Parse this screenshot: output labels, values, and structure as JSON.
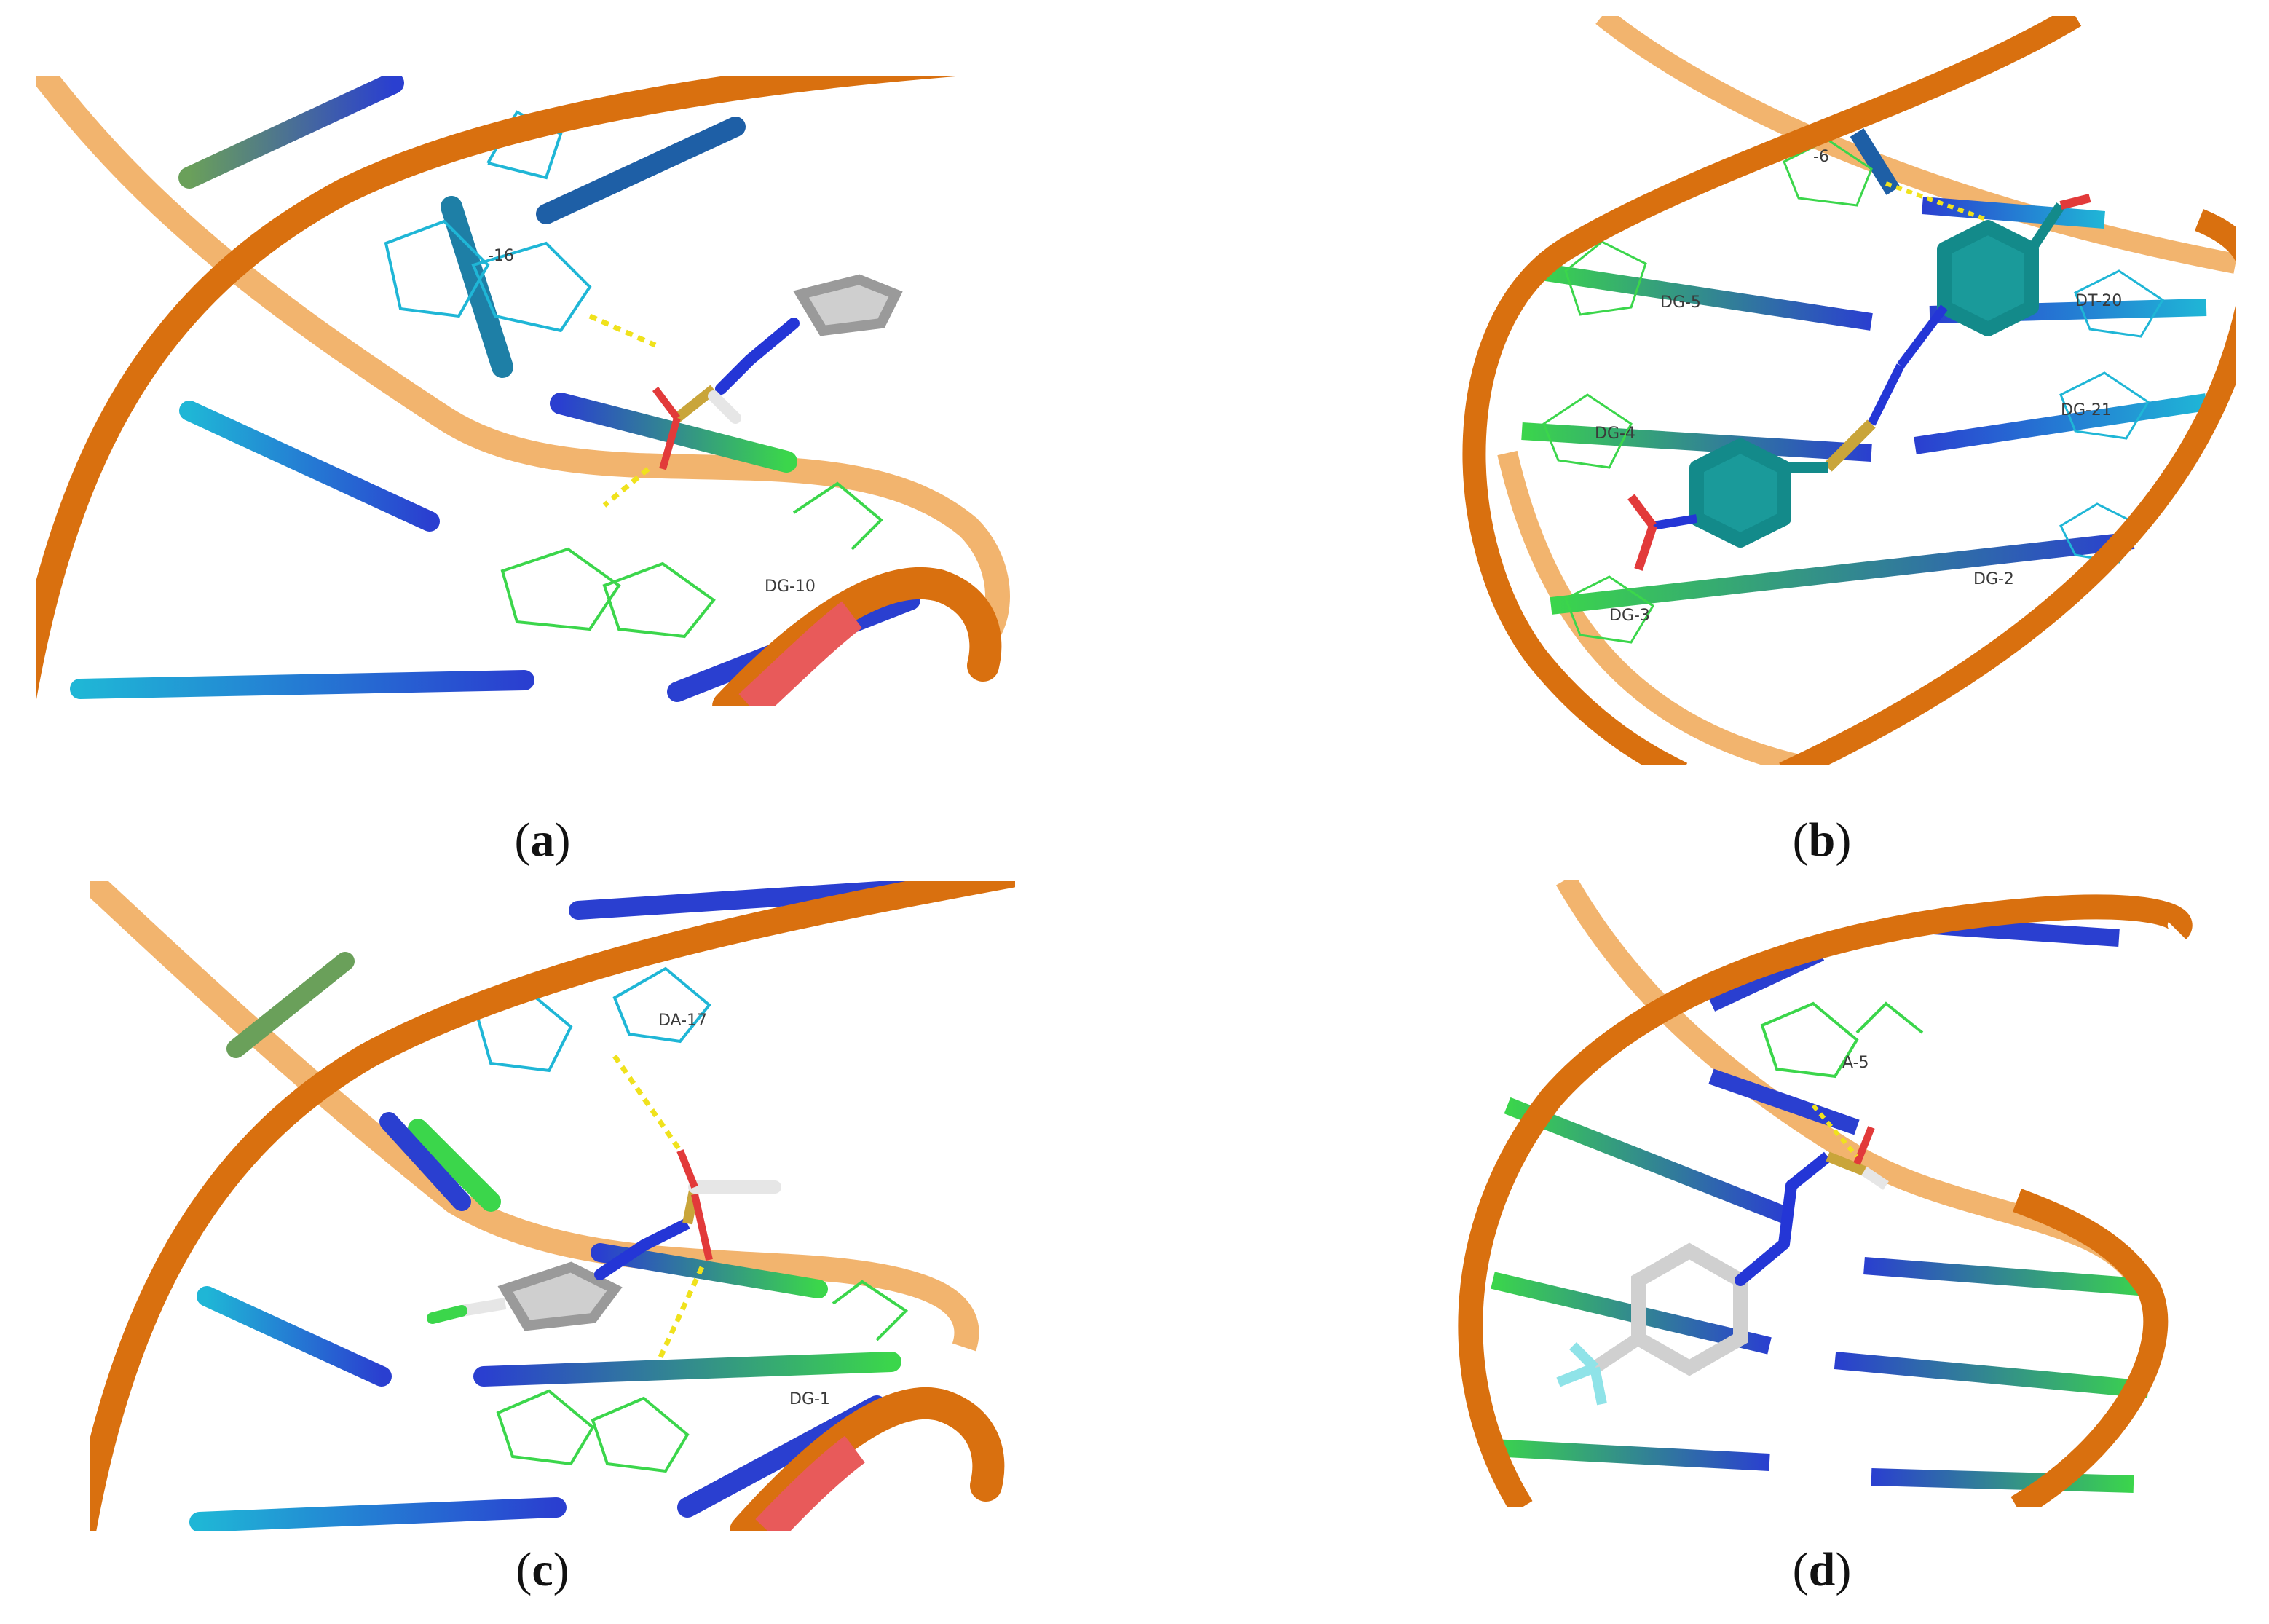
{
  "figure": {
    "panels": [
      {
        "id": "a",
        "caption_open": "(",
        "caption_letter": "a",
        "caption_close": ")",
        "residue_labels": [
          "-16",
          "DG-10"
        ]
      },
      {
        "id": "b",
        "caption_open": "(",
        "caption_letter": "b",
        "caption_close": ")",
        "residue_labels": [
          "-6",
          "DG-5",
          "DT-20",
          "DG-4",
          "DG-21",
          "DG-3",
          "DG-2"
        ]
      },
      {
        "id": "c",
        "caption_open": "(",
        "caption_letter": "c",
        "caption_close": ")",
        "residue_labels": [
          "DA-17",
          "DG-1"
        ]
      },
      {
        "id": "d",
        "caption_open": "(",
        "caption_letter": "d",
        "caption_close": ")",
        "residue_labels": [
          "A-5"
        ]
      }
    ],
    "colors": {
      "backbone_dark": "#d9700f",
      "backbone_light": "#f2b46e",
      "base_blue": "#2a3fd0",
      "base_cyan": "#1fb6d6",
      "base_green": "#3bd64b",
      "ligand_teal": "#138a8a",
      "ligand_white": "#d6d6d6",
      "sulfur": "#c9a53a",
      "oxygen": "#e23a3a",
      "nitrogen": "#2436d6",
      "hbond": "#f0e21c"
    }
  }
}
